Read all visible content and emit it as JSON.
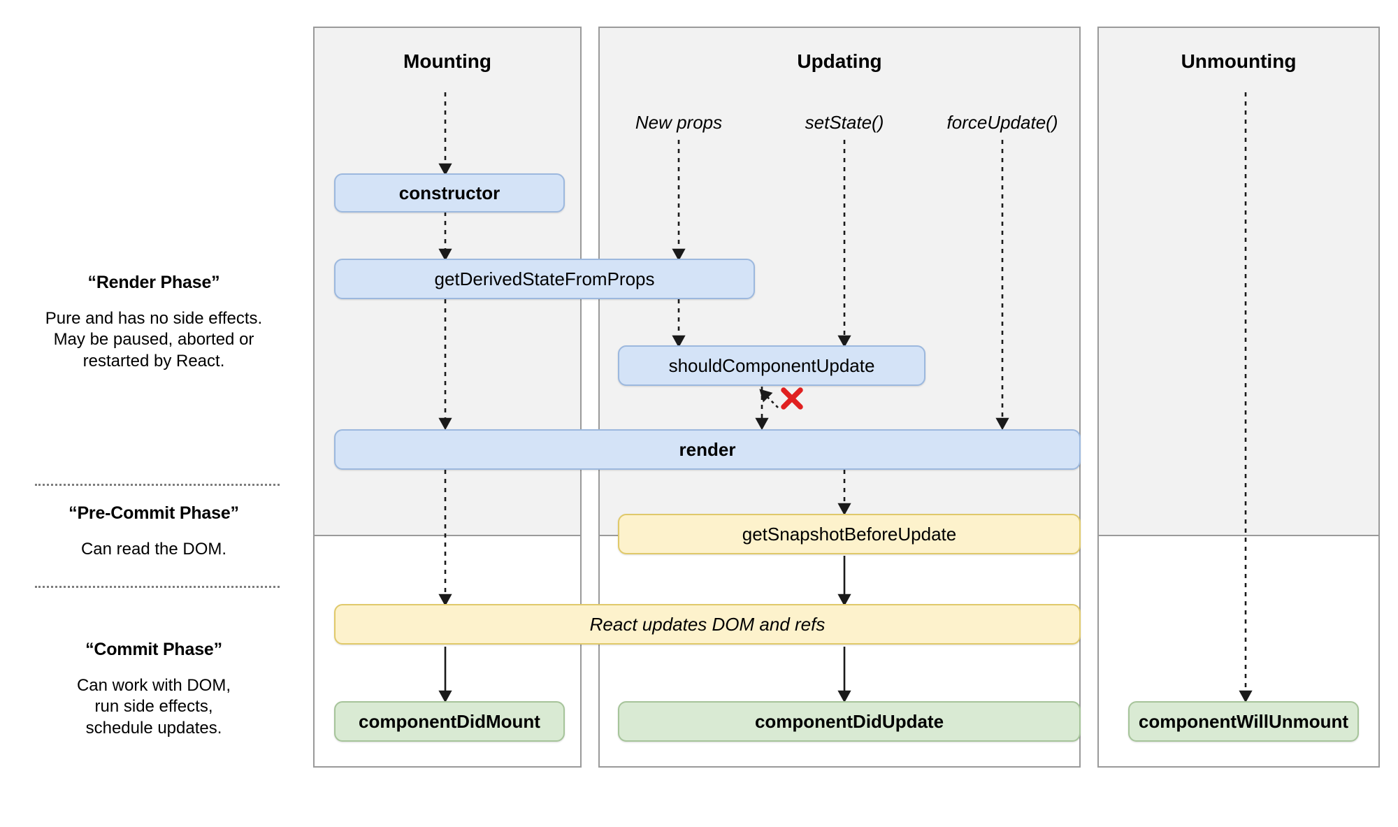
{
  "phases": [
    {
      "id": "render-phase",
      "title": "“Render Phase”",
      "desc": "Pure and has no side effects.\nMay be paused, aborted or\nrestarted by React."
    },
    {
      "id": "pre-commit-phase",
      "title": "“Pre-Commit Phase”",
      "desc": "Can read the DOM."
    },
    {
      "id": "commit-phase",
      "title": "“Commit Phase”",
      "desc": "Can work with DOM,\nrun side effects,\nschedule updates."
    }
  ],
  "columns": {
    "mounting": "Mounting",
    "updating": "Updating",
    "unmounting": "Unmounting"
  },
  "triggers": {
    "new_props": "New props",
    "set_state": "setState()",
    "force_update": "forceUpdate()"
  },
  "boxes": {
    "constructor": "constructor",
    "get_derived_state_from_props": "getDerivedStateFromProps",
    "should_component_update": "shouldComponentUpdate",
    "render": "render",
    "get_snapshot_before_update": "getSnapshotBeforeUpdate",
    "react_updates_dom": "React updates DOM and refs",
    "component_did_mount": "componentDidMount",
    "component_did_update": "componentDidUpdate",
    "component_will_unmount": "componentWillUnmount"
  },
  "markers": {
    "skip_render_x": "✖"
  },
  "colors": {
    "blue_fill": "#d4e3f7",
    "blue_border": "#9cb8de",
    "yellow_fill": "#fdf2cc",
    "yellow_border": "#e0c96a",
    "green_fill": "#d9ead3",
    "green_border": "#a6c49a",
    "panel_gray": "#f2f2f2",
    "panel_border": "#9a9a9a",
    "x_marker": "#e02020"
  }
}
